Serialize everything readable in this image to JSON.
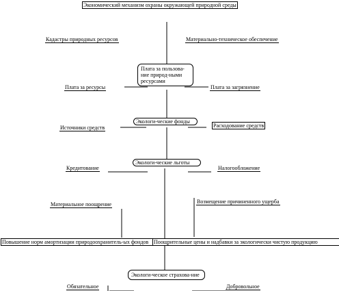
{
  "diagram": {
    "title": "Экономический механизм охраны окружающей природной среды",
    "cadastres": "Кадастры природных ресурсов",
    "material_support": "Материально-техническое обеспечение",
    "payment_box": "Плата за пользова-ние природ-ными ресурсами",
    "payment_resources": "Плата за ресурсы",
    "payment_pollution": "Плата за загрязнение",
    "eco_funds_box": "Экологи-ческие фонды",
    "sources": "Источники средств",
    "spending": "Расходование средств",
    "eco_benefits_box": "Экологи-ческие льготы",
    "crediting": "Кредитование",
    "taxation": "Налогообложение",
    "material_incentive": "Материальное поощрение",
    "damage_compensation": "Возмещение причиненного ущерба",
    "depreciation": "Повышение норм амортизации природоохранитель-ых фондов",
    "incentive_prices": "Поощрительные цены и надбавки за экологически чистую продукцию",
    "eco_insurance_box": "Экологи-ческое страхова-ние",
    "mandatory": "Обязательное",
    "voluntary": "Добровольное"
  }
}
